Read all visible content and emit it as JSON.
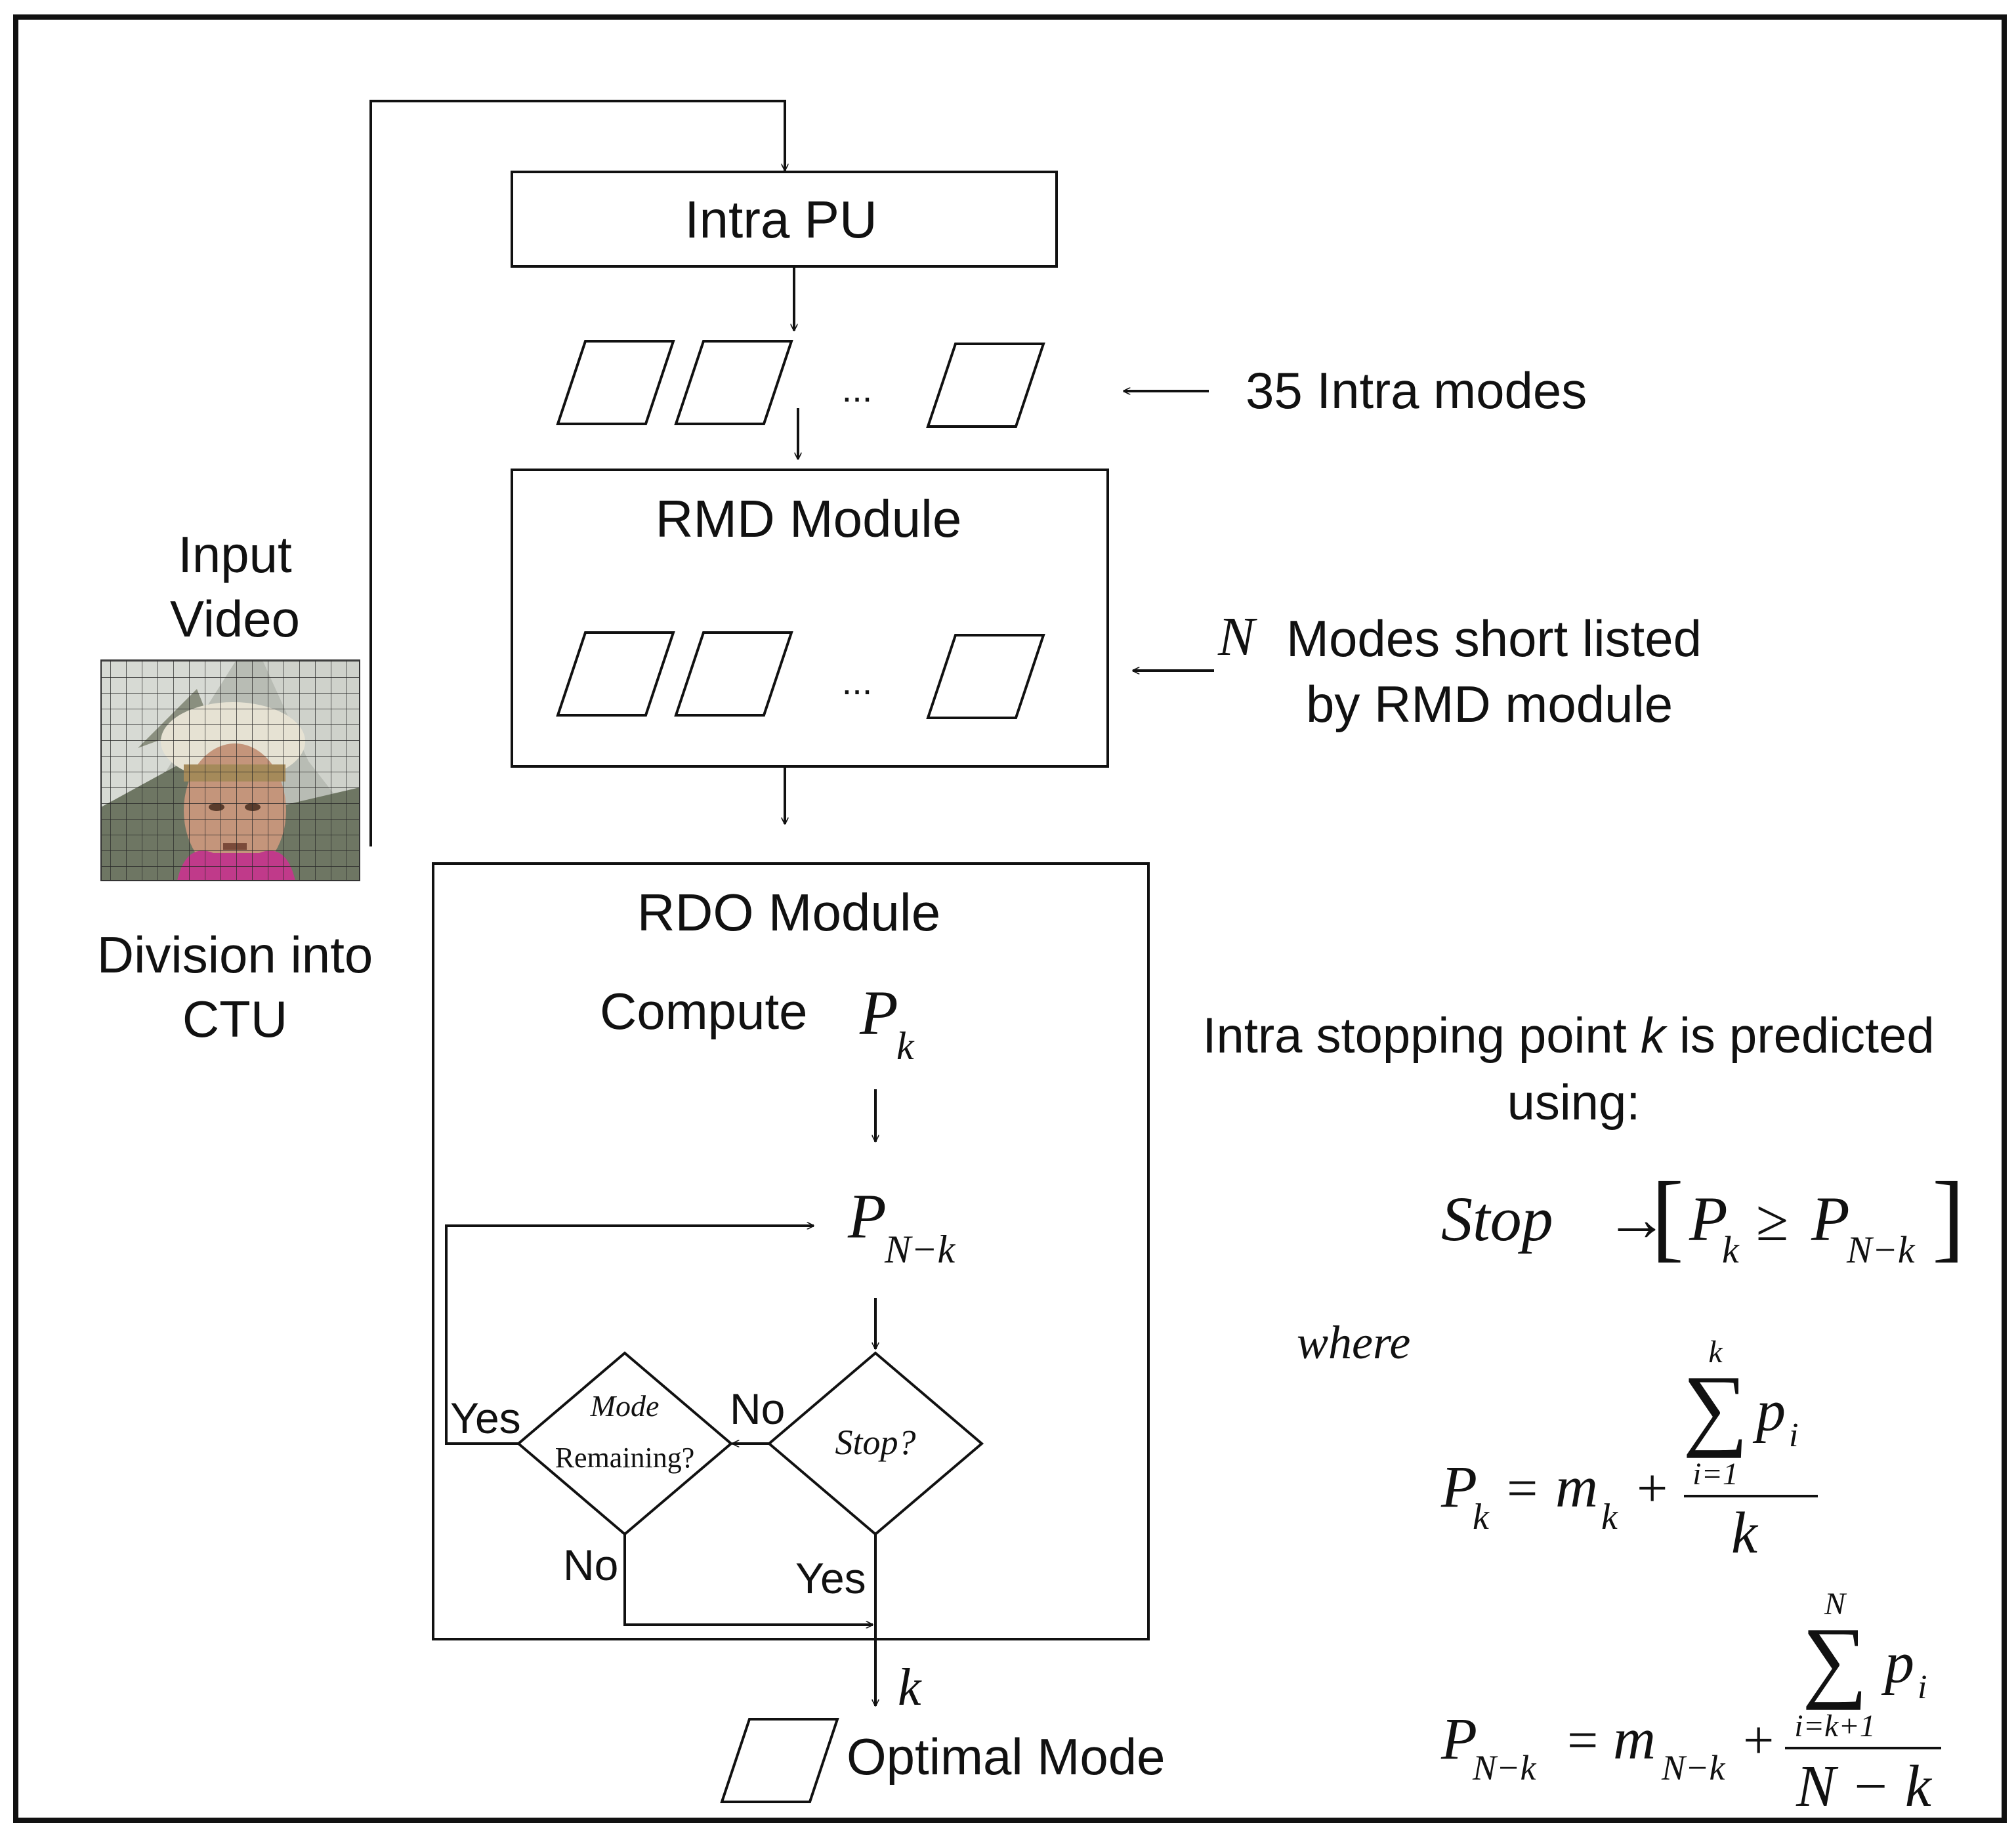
{
  "input": {
    "title_line1": "Input",
    "title_line2": "Video",
    "caption_line1": "Division into",
    "caption_line2": "CTU"
  },
  "boxes": {
    "intra_pu": "Intra PU",
    "rmd_module": "RMD Module",
    "rdo_module": "RDO Module"
  },
  "labels": {
    "ellipsis": "...",
    "intra_modes": "35 Intra modes",
    "n_symbol": "N",
    "n_modes_line1": "Modes short listed",
    "n_modes_line2": "by RMD module",
    "compute": "Compute",
    "p_symbol": "P",
    "sub_k": "k",
    "sub_n_minus_k": "N−k",
    "mode_line1": "Mode",
    "mode_line2": "Remaining?",
    "stop_q": "Stop?",
    "yes": "Yes",
    "no": "No",
    "k_out": "k",
    "optimal_mode": "Optimal Mode"
  },
  "equations": {
    "predict_line1_a": "Intra stopping point ",
    "predict_line1_k": "k",
    "predict_line1_b": " is predicted",
    "predict_line2": "using:",
    "stop_word": "Stop",
    "arrow": "→",
    "geq": "≥",
    "where": "where",
    "equals": "=",
    "plus": "+",
    "m": "m",
    "sigma": "∑",
    "p_lower": "p",
    "sub_i": "i",
    "k_upper": "k",
    "n_upper": "N",
    "i_eq_1": "i=1",
    "i_eq_k1": "i=k+1",
    "denom_k": "k",
    "denom_nk": "N − k"
  }
}
